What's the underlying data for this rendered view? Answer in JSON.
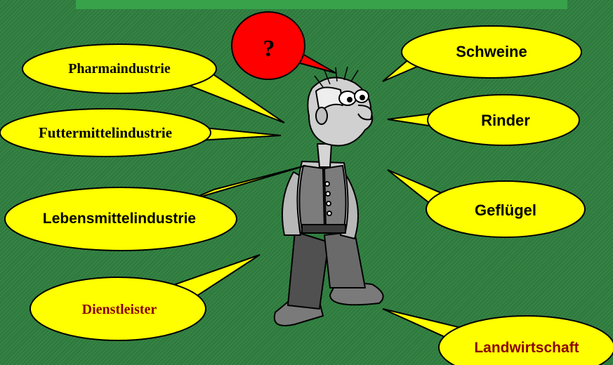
{
  "colors": {
    "background": "#2f7a3e",
    "top_bar": "#37a24a",
    "bubble_fill": "#ffff00",
    "question_fill": "#ff0000",
    "text_dark": "#000000",
    "text_red": "#8b0000"
  },
  "question": {
    "text": "?"
  },
  "bubbles": {
    "pharma": "Pharmaindustrie",
    "futter": "Futtermittelindustrie",
    "lebensmittel": "Lebensmittelindustrie",
    "dienst": "Dienstleister",
    "schweine": "Schweine",
    "rinder": "Rinder",
    "gefluegel": "Geflügel",
    "landwirtschaft": "Landwirtschaft"
  },
  "icons": {
    "person": "confused-farmer-icon"
  }
}
